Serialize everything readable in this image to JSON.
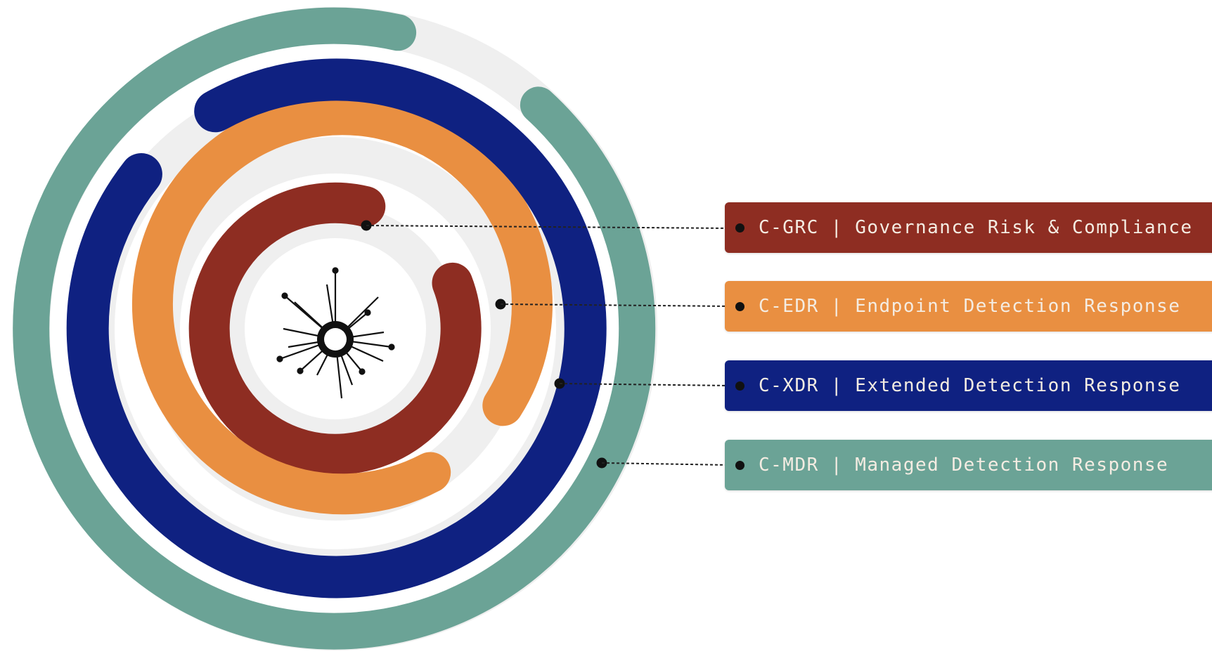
{
  "colors": {
    "grc": "#8e2d22",
    "edr": "#e98f41",
    "xdr": "#0f2181",
    "mdr": "#6ba396",
    "track": "#efefef",
    "connector": "#222222"
  },
  "center_icon": "network-hub-icon",
  "rings": [
    {
      "id": "grc",
      "label": "C-GRC | Governance Risk & Compliance"
    },
    {
      "id": "edr",
      "label": "C-EDR | Endpoint Detection Response"
    },
    {
      "id": "xdr",
      "label": "C-XDR | Extended Detection Response"
    },
    {
      "id": "mdr",
      "label": "C-MDR | Managed Detection Response"
    }
  ]
}
